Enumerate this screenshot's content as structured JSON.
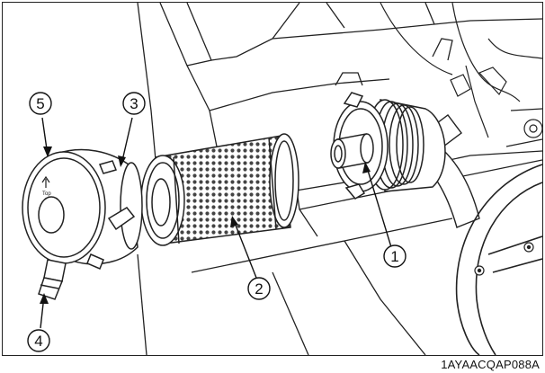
{
  "callouts": {
    "c1": "1",
    "c2": "2",
    "c3": "3",
    "c4": "4",
    "c5": "5"
  },
  "cover_marking": "Top",
  "figure_code": "1AYAACQAP088A",
  "colors": {
    "line": "#222222",
    "paper": "#ffffff",
    "mesh": "#555555"
  }
}
